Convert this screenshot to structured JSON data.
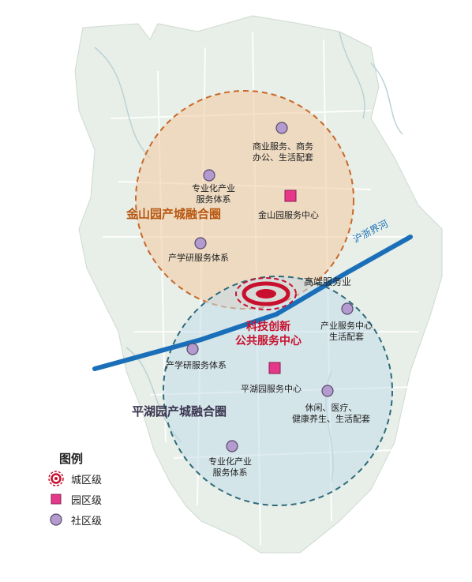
{
  "circles": {
    "jinshan": {
      "title": "金山园产城融合圈"
    },
    "pinghu": {
      "title": "平湖园产城融合圈"
    }
  },
  "river": {
    "label": "沪浙界河"
  },
  "center": {
    "title_line1": "科技创新",
    "title_line2": "公共服务中心",
    "side_label": "高端服务业"
  },
  "park_centers": {
    "jinshan": "金山园服务中心",
    "pinghu": "平湖园服务中心"
  },
  "community_nodes": {
    "commerce": {
      "line1": "商业服务、商务",
      "line2": "办公、生活配套"
    },
    "specialized_north": {
      "line1": "专业化产业",
      "line2": "服务体系"
    },
    "research_north": "产学研服务体系",
    "industry_service": {
      "line1": "产业服务中心",
      "line2": "生活配套"
    },
    "research_south": "产学研服务体系",
    "leisure": {
      "line1": "休闲、医疗、",
      "line2": "健康养生、生活配套"
    },
    "specialized_south": {
      "line1": "专业化产业",
      "line2": "服务体系"
    }
  },
  "legend": {
    "title": "图例",
    "items": [
      {
        "label": "城区级",
        "icon": "city-level-icon"
      },
      {
        "label": "园区级",
        "icon": "park-level-icon"
      },
      {
        "label": "社区级",
        "icon": "community-level-icon"
      }
    ]
  },
  "colors": {
    "jinshan_circle": "#c8682a",
    "pinghu_circle": "#2e6b7a",
    "river": "#1a6fb8",
    "center_red": "#c8102e",
    "park_square": "#e6388a",
    "community_dot": "#b39bcf",
    "title_jinshan": "#b8560f",
    "title_pinghu": "#3a3550"
  }
}
